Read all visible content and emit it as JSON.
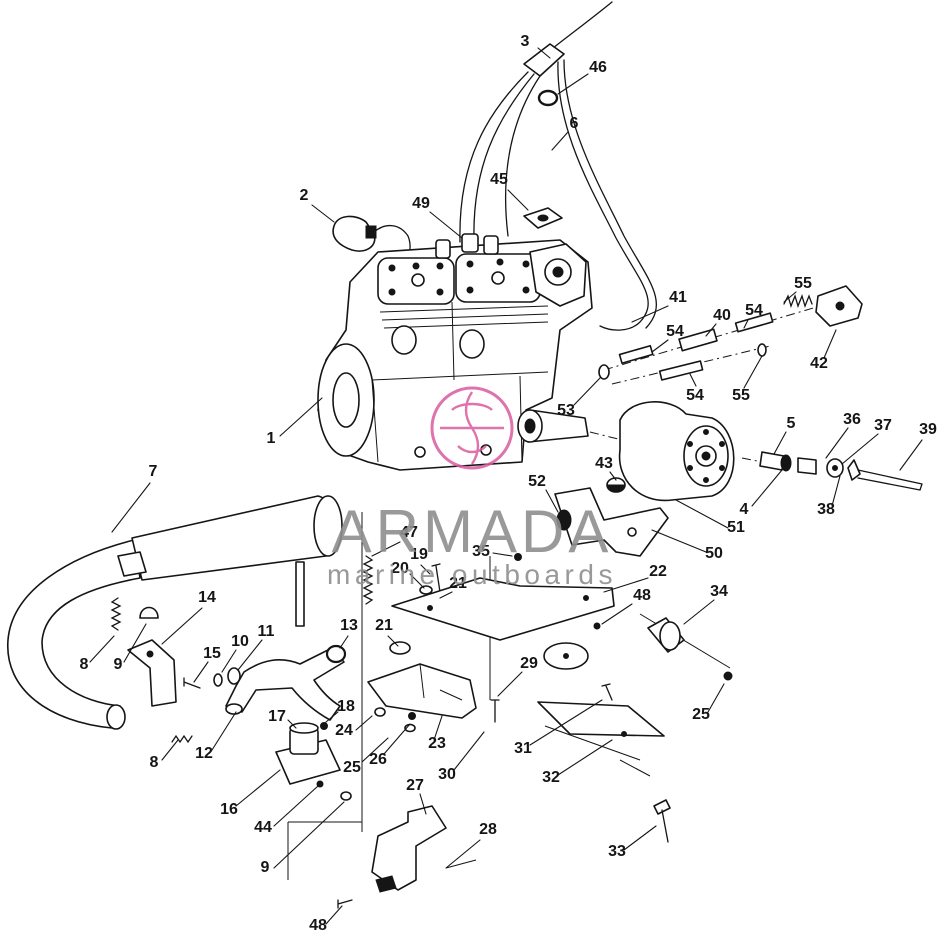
{
  "callouts": [
    "3",
    "46",
    "6",
    "45",
    "2",
    "49",
    "55",
    "41",
    "40",
    "54",
    "54",
    "42",
    "54",
    "55",
    "53",
    "1",
    "5",
    "36",
    "37",
    "39",
    "43",
    "52",
    "4",
    "38",
    "51",
    "7",
    "47",
    "50",
    "19",
    "35",
    "20",
    "21",
    "22",
    "34",
    "48",
    "14",
    "13",
    "21",
    "8",
    "9",
    "15",
    "10",
    "11",
    "29",
    "18",
    "24",
    "12",
    "17",
    "23",
    "25",
    "31",
    "8",
    "26",
    "25",
    "30",
    "32",
    "27",
    "16",
    "44",
    "28",
    "33",
    "9",
    "48"
  ],
  "watermark": {
    "brand": "ARMADA",
    "tagline": "marine outboards"
  },
  "colors": {
    "ink": "#151515",
    "watermark_text": "#8e8e8e",
    "watermark_logo": "#d85a9f"
  }
}
